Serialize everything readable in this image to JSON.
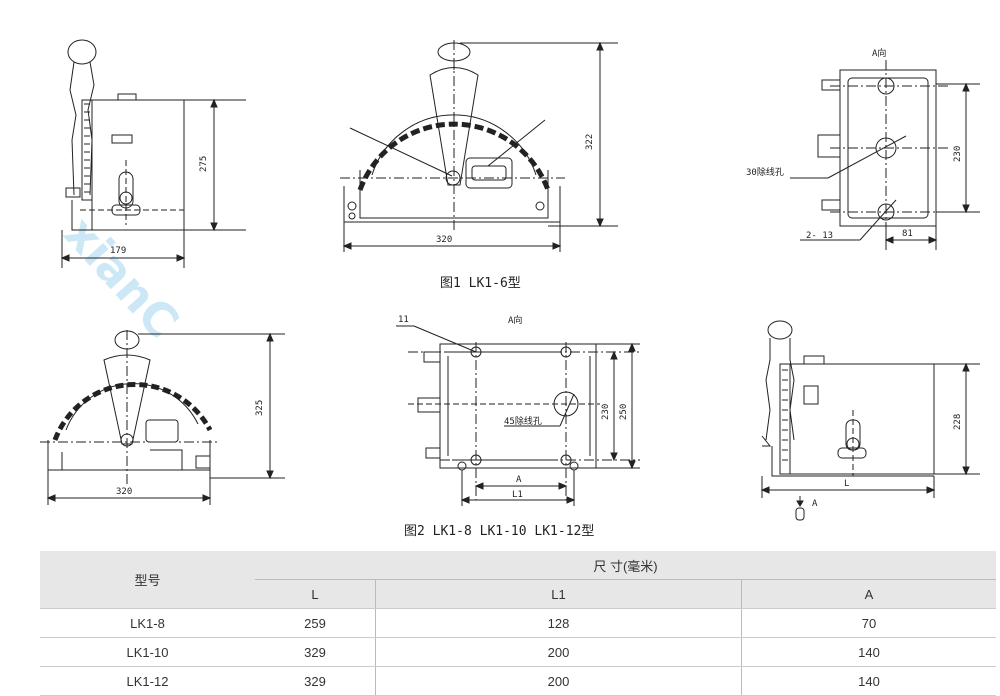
{
  "figures": {
    "fig1_caption": "图1 LK1-6型",
    "fig2_caption": "图2 LK1-8 LK1-10 LK1-12型"
  },
  "dimensions": {
    "d275": "275",
    "d179": "179",
    "d322": "322",
    "d320a": "320",
    "a_dir1": "A向",
    "hole30": "30除线孔",
    "d230a": "230",
    "d2_13": "2- 13",
    "d81": "81",
    "d325": "325",
    "d320b": "320",
    "d11": "11",
    "a_dir2": "A向",
    "hole45": "45除线孔",
    "d230b": "230",
    "d250": "250",
    "dA": "A",
    "dL1": "L1",
    "d228": "228",
    "dL": "L",
    "arrowA": "A"
  },
  "watermark": "xianC",
  "table": {
    "model_header": "型号",
    "size_header": "尺  寸(毫米)",
    "col_L": "L",
    "col_L1": "L1",
    "col_A": "A",
    "rows": [
      {
        "model": "LK1-8",
        "L": "259",
        "L1": "128",
        "A": "70"
      },
      {
        "model": "LK1-10",
        "L": "329",
        "L1": "200",
        "A": "140"
      },
      {
        "model": "LK1-12",
        "L": "329",
        "L1": "200",
        "A": "140"
      }
    ]
  }
}
